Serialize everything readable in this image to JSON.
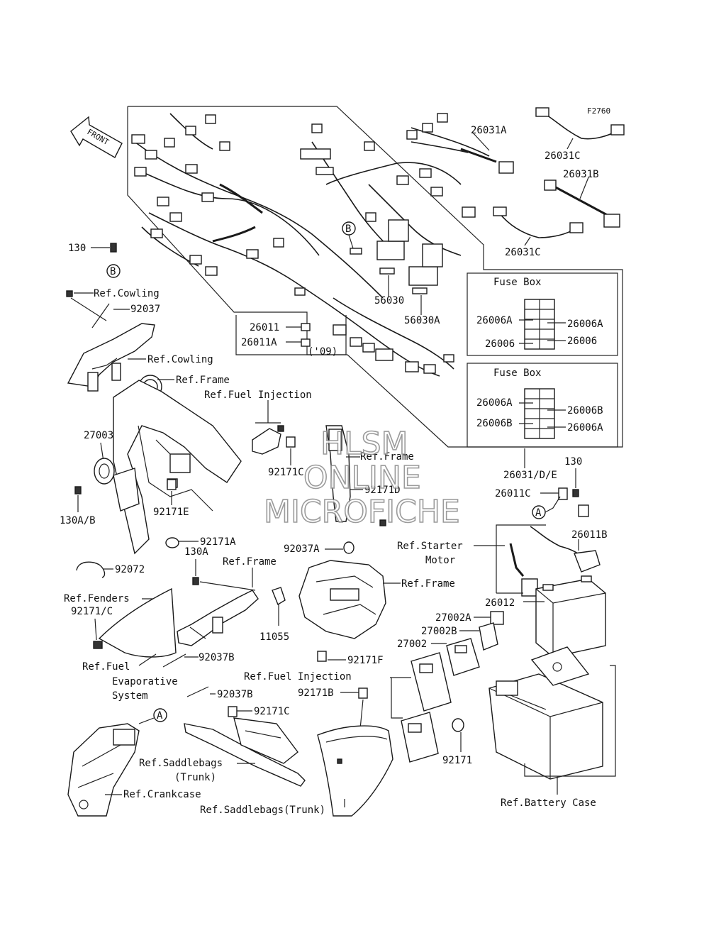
{
  "figure_code": "F2760",
  "front_arrow": "FRONT",
  "watermark": {
    "line1": "HLSM",
    "line2": "ONLINE",
    "line3": "MICROFICHE"
  },
  "fuse_box_upper": {
    "title": "Fuse Box",
    "left_labels": [
      "26006A",
      "26006"
    ],
    "right_labels": [
      "26006A",
      "26006"
    ]
  },
  "fuse_box_lower": {
    "title": "Fuse Box",
    "left_labels": [
      "26006A",
      "26006B"
    ],
    "right_labels": [
      "26006B",
      "26006A"
    ]
  },
  "callout_letters": {
    "b": "B",
    "a": "A"
  },
  "labels": {
    "p26031A": "26031A",
    "p26031C_top": "26031C",
    "p26031B": "26031B",
    "p26031C_mid": "26031C",
    "p56030": "56030",
    "p56030A": "56030A",
    "p26011": "26011",
    "p26011A": "26011A",
    "p09": "('09)",
    "p130": "130",
    "ref_cowling_1": "Ref.Cowling",
    "p92037": "92037",
    "ref_cowling_2": "Ref.Cowling",
    "ref_frame_1": "Ref.Frame",
    "ref_fuel_inj_1": "Ref.Fuel Injection",
    "p27003": "27003",
    "p92171C_1": "92171C",
    "ref_frame_2": "Ref.Frame",
    "p92171D": "92171D",
    "p26031DE": "26031/D/E",
    "p130_r": "130",
    "p26011C": "26011C",
    "p26011B": "26011B",
    "p130AB": "130A/B",
    "p92171E": "92171E",
    "p92171A": "92171A",
    "p130A": "130A",
    "p92072": "92072",
    "ref_frame_3": "Ref.Frame",
    "p92037A": "92037A",
    "ref_frame_4": "Ref.Frame",
    "ref_starter_1": "Ref.Starter",
    "ref_starter_2": "Motor",
    "ref_fenders": "Ref.Fenders",
    "p92171C_slash": "92171/C",
    "p11055": "11055",
    "p26012": "26012",
    "p27002A": "27002A",
    "p27002B": "27002B",
    "p27002": "27002",
    "ref_fuel_evap_1": "Ref.Fuel",
    "ref_fuel_evap_2": "Evaporative",
    "ref_fuel_evap_3": "System",
    "p92037B_1": "92037B",
    "p92171F": "92171F",
    "ref_fuel_inj_2": "Ref.Fuel  Injection",
    "p92037B_2": "92037B",
    "p92171B": "92171B",
    "p92171C_2": "92171C",
    "p92171": "92171",
    "ref_saddle_1": "Ref.Saddlebags",
    "ref_saddle_2": "(Trunk)",
    "ref_crankcase": "Ref.Crankcase",
    "ref_saddle_trunk": "Ref.Saddlebags(Trunk)",
    "ref_battery_case": "Ref.Battery Case"
  }
}
